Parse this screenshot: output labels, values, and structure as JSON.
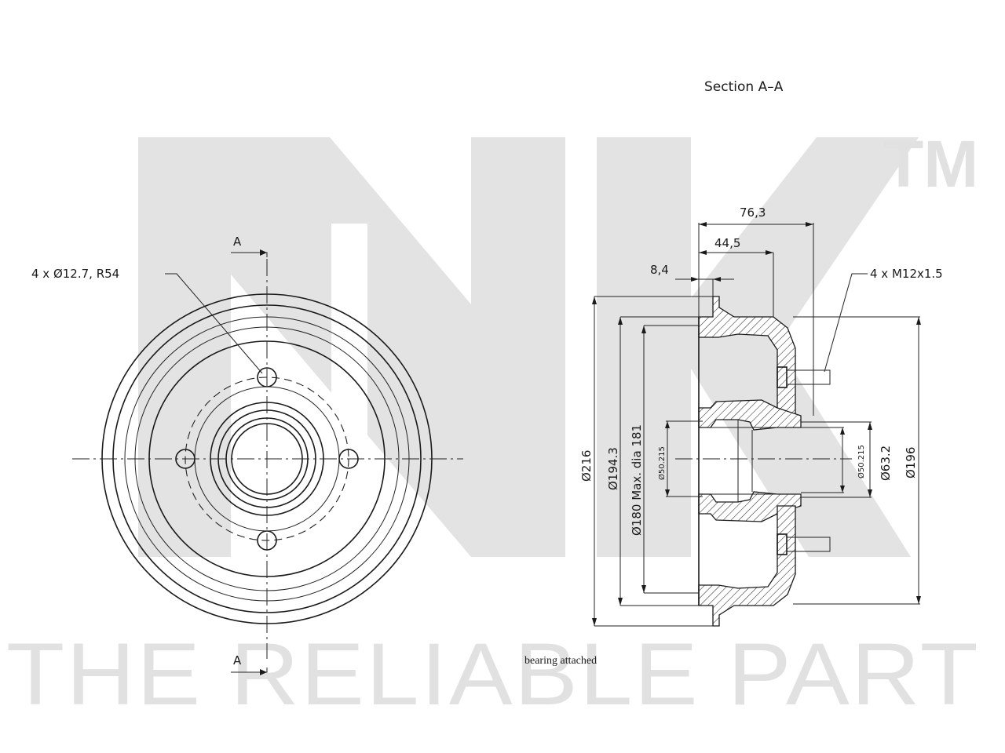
{
  "watermark": {
    "logo": "NK",
    "trademark": "TM",
    "tagline": "THE RELIABLE PART"
  },
  "section_title": "Section A–A",
  "section_markers": {
    "top": "A",
    "bottom": "A"
  },
  "callouts": {
    "bolt_holes": "4 x Ø12.7, R54",
    "studs": "4 x M12x1.5"
  },
  "dimensions": {
    "overall_height": "76,3",
    "hub_offset": "44,5",
    "flange_thickness": "8,4",
    "outer_dia": "Ø216",
    "drum_dia": "Ø194.3",
    "max_dia": "Ø180  Max. dia  181",
    "bore_left": "Ø50.215",
    "bore_right": "Ø50.215",
    "hub_dia": "Ø63.2",
    "pitch_dia": "Ø196"
  },
  "note": "bearing attached",
  "colors": {
    "line": "#1a1a1a",
    "watermark": "#e1e1e1"
  }
}
